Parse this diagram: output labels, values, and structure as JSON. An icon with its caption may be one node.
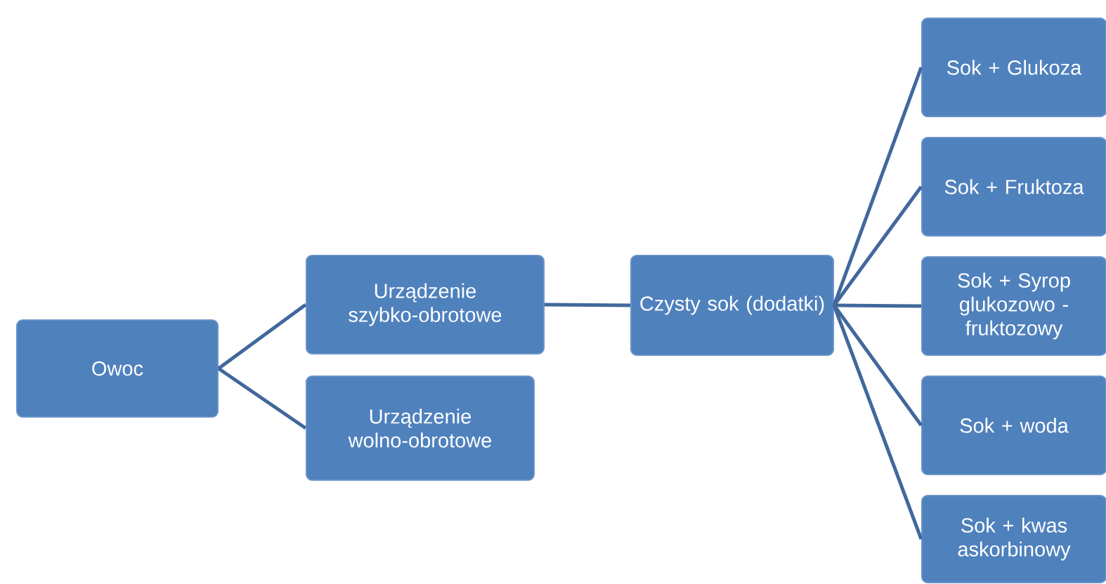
{
  "diagram": {
    "nodes": [
      {
        "text": [
          "Owoc"
        ]
      },
      {
        "text": [
          "Urządzenie szybko-obrotowe"
        ]
      },
      {
        "text": [
          "Urządzenie wolno-obrotowe"
        ]
      },
      {
        "text": [
          "Czysty sok (dodatki)"
        ]
      },
      {
        "text": [
          "Sok + Glukoza"
        ]
      },
      {
        "text": [
          "Sok + Fruktoza"
        ]
      },
      {
        "text": [
          "Sok + Syrop glukozowo - fruktozowy"
        ]
      },
      {
        "text": [
          "Sok + woda"
        ]
      },
      {
        "text": [
          "Sok + kwas askorbinowy"
        ]
      }
    ],
    "edges": [
      {
        "from": 0,
        "to": 1,
        "arrow": "none"
      },
      {
        "from": 0,
        "to": 2,
        "arrow": "none"
      },
      {
        "from": 1,
        "to": 3,
        "arrow": "none"
      },
      {
        "from": 3,
        "to": 4,
        "arrow": "none"
      },
      {
        "from": 3,
        "to": 5,
        "arrow": "none"
      },
      {
        "from": 3,
        "to": 6,
        "arrow": "none"
      },
      {
        "from": 3,
        "to": 7,
        "arrow": "none"
      },
      {
        "from": 3,
        "to": 8,
        "arrow": "none"
      }
    ]
  }
}
